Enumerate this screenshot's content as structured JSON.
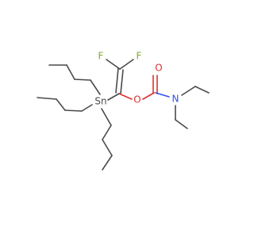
{
  "molecule": {
    "atoms": {
      "fluorine_left": "F",
      "fluorine_right": "F",
      "oxygen_carbonyl": "O",
      "oxygen_ester": "O",
      "nitrogen": "N",
      "tin": "Sn"
    },
    "colors": {
      "bond": "#4a4a4a",
      "fluorine": "#7fa92b",
      "oxygen": "#e03030",
      "nitrogen": "#3050f0",
      "tin": "#4a4a4a",
      "background": "#ffffff"
    }
  }
}
